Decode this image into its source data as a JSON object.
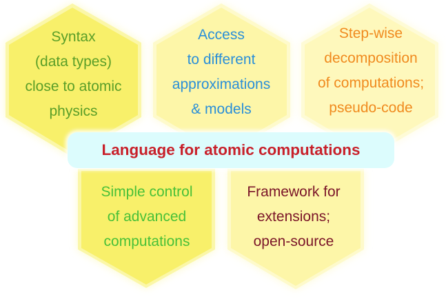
{
  "title": "Language for atomic computations",
  "colors": {
    "banner_bg": "#dcfcfd",
    "title": "#c8202a",
    "hex_bright": "#f8f06a",
    "hex_pale": "#fdf9b0",
    "hex_palest": "#fefbc4"
  },
  "hexagons": [
    {
      "id": "syntax",
      "color": "#5a9e28",
      "lines": [
        "Syntax",
        "(data types)",
        "close to atomic",
        "physics"
      ]
    },
    {
      "id": "access",
      "color": "#2a8fd8",
      "lines": [
        "Access",
        "to different",
        "approximations",
        "& models"
      ]
    },
    {
      "id": "stepwise",
      "color": "#f08a1e",
      "lines": [
        "Step-wise",
        "decomposition",
        "of computations;",
        "pseudo-code"
      ]
    },
    {
      "id": "control",
      "color": "#48c038",
      "lines": [
        "Simple control",
        "of advanced",
        "computations"
      ]
    },
    {
      "id": "framework",
      "color": "#7a1428",
      "lines": [
        "Framework for",
        "extensions;",
        "open-source"
      ]
    }
  ]
}
